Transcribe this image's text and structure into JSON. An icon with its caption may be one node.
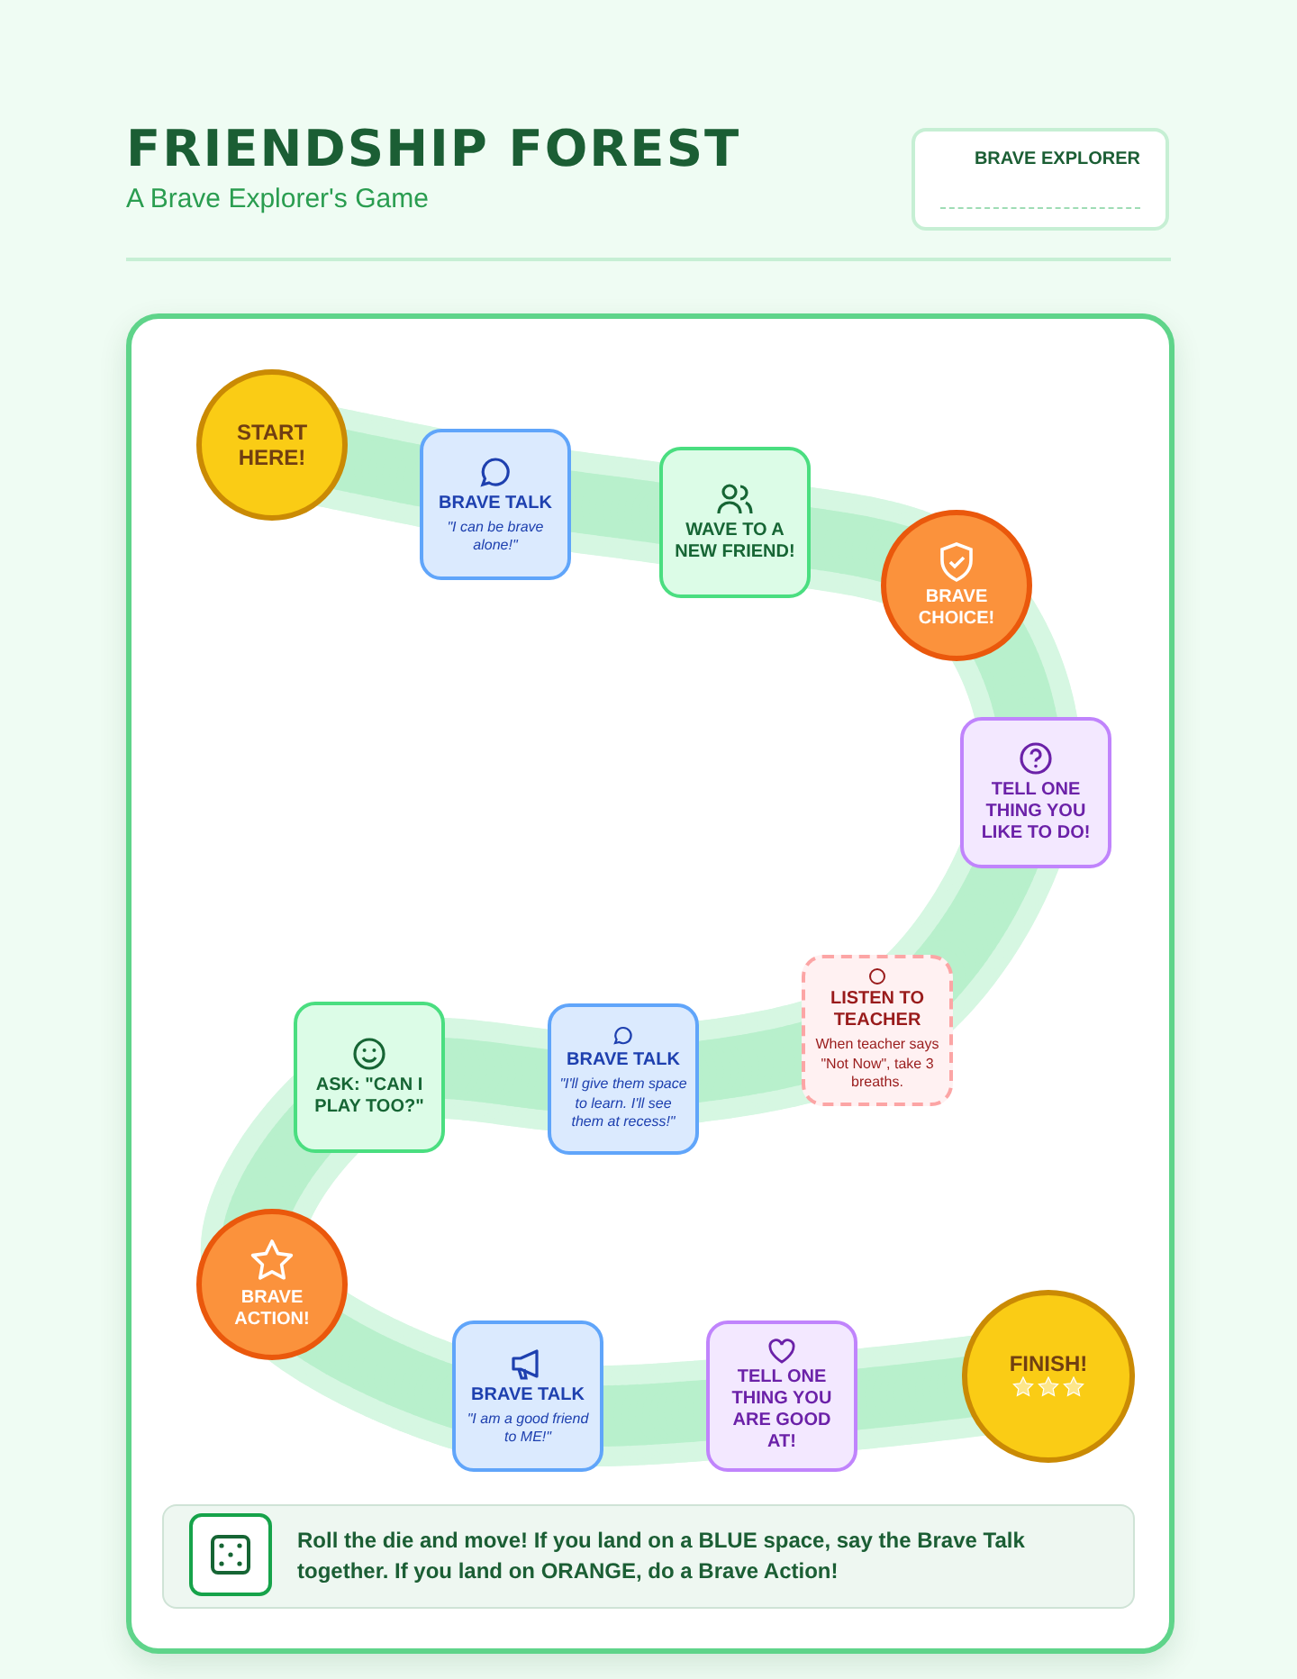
{
  "diagram": {
    "title": "FRIENDSHIP FOREST",
    "caption": "A Brave Explorer's Game",
    "nodes": [
      {
        "text": [
          "BRAVE EXPLORER"
        ]
      },
      {
        "text": [
          "START HERE!"
        ]
      },
      {
        "text": [
          "BRAVE TALK",
          "\"I can be brave alone!\""
        ]
      },
      {
        "text": [
          "WAVE TO A NEW FRIEND!"
        ]
      },
      {
        "text": [
          "BRAVE CHOICE!"
        ]
      },
      {
        "text": [
          "TELL ONE THING YOU LIKE TO DO!"
        ]
      },
      {
        "text": [
          "LISTEN TO TEACHER",
          "When teacher says \"Not Now\", take 3 breaths."
        ]
      },
      {
        "text": [
          "BRAVE TALK",
          "\"I'll give them space to learn. I'll see them at recess!\""
        ]
      },
      {
        "text": [
          "ASK: \"CAN I PLAY TOO?\""
        ]
      },
      {
        "text": [
          "BRAVE ACTION!"
        ]
      },
      {
        "text": [
          "BRAVE TALK",
          "\"I am a good friend to ME!\""
        ]
      },
      {
        "text": [
          "TELL ONE THING YOU ARE GOOD AT!"
        ]
      },
      {
        "text": [
          "FINISH!"
        ]
      },
      {
        "text": [
          "Roll the die and move! If you land on a **BLUE** space, say the Brave Talk together. If you land on **ORANGE**, do a Brave Action!"
        ]
      }
    ]
  }
}
